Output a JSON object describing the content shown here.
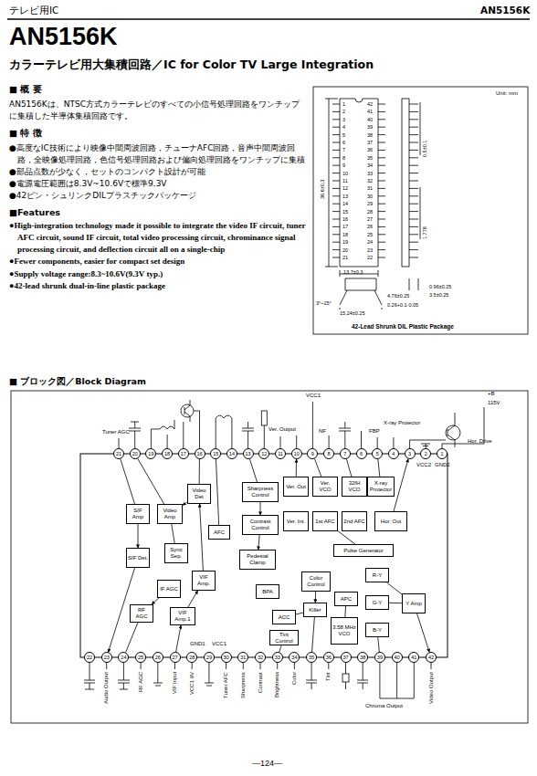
{
  "diagram": {
    "title": "AN5156K",
    "nodes": [
      {
        "text": [
          "1"
        ]
      },
      {
        "text": [
          "2"
        ]
      },
      {
        "text": [
          "3"
        ]
      },
      {
        "text": [
          "4"
        ]
      },
      {
        "text": [
          "5"
        ]
      },
      {
        "text": [
          "6"
        ]
      },
      {
        "text": [
          "7"
        ]
      },
      {
        "text": [
          "8"
        ]
      },
      {
        "text": [
          "9"
        ]
      },
      {
        "text": [
          "10"
        ]
      },
      {
        "text": [
          "11"
        ]
      },
      {
        "text": [
          "12"
        ]
      },
      {
        "text": [
          "13"
        ]
      },
      {
        "text": [
          "14"
        ]
      },
      {
        "text": [
          "15"
        ]
      },
      {
        "text": [
          "16"
        ]
      },
      {
        "text": [
          "17"
        ]
      },
      {
        "text": [
          "18"
        ]
      },
      {
        "text": [
          "19"
        ]
      },
      {
        "text": [
          "20"
        ]
      },
      {
        "text": [
          "21"
        ]
      },
      {
        "text": [
          "22"
        ]
      },
      {
        "text": [
          "23"
        ]
      },
      {
        "text": [
          "24"
        ]
      },
      {
        "text": [
          "25"
        ]
      },
      {
        "text": [
          "26"
        ]
      },
      {
        "text": [
          "27"
        ]
      },
      {
        "text": [
          "28"
        ]
      },
      {
        "text": [
          "29"
        ]
      },
      {
        "text": [
          "30"
        ]
      },
      {
        "text": [
          "31"
        ]
      },
      {
        "text": [
          "32"
        ]
      },
      {
        "text": [
          "33"
        ]
      },
      {
        "text": [
          "34"
        ]
      },
      {
        "text": [
          "35"
        ]
      },
      {
        "text": [
          "36"
        ]
      },
      {
        "text": [
          "37"
        ]
      },
      {
        "text": [
          "38"
        ]
      },
      {
        "text": [
          "39"
        ]
      },
      {
        "text": [
          "40"
        ]
      },
      {
        "text": [
          "41"
        ]
      },
      {
        "text": [
          "42"
        ]
      },
      {
        "text": [
          "SIF Amp"
        ]
      },
      {
        "text": [
          "SIF Det."
        ]
      },
      {
        "text": [
          "Video Amp"
        ]
      },
      {
        "text": [
          "Video Det"
        ]
      },
      {
        "text": [
          "AFC"
        ]
      },
      {
        "text": [
          "Sync Sep."
        ]
      },
      {
        "text": [
          "IF AGC"
        ]
      },
      {
        "text": [
          "RF AGC"
        ]
      },
      {
        "text": [
          "VIF Amp."
        ]
      },
      {
        "text": [
          "VIF Amp.1"
        ]
      },
      {
        "text": [
          "Sharpness Control"
        ]
      },
      {
        "text": [
          "Contrast Control"
        ]
      },
      {
        "text": [
          "Pedestal Clamp"
        ]
      },
      {
        "text": [
          "BPA"
        ]
      },
      {
        "text": [
          "Color Control"
        ]
      },
      {
        "text": [
          "Killer"
        ]
      },
      {
        "text": [
          "ACC"
        ]
      },
      {
        "text": [
          "APC"
        ]
      },
      {
        "text": [
          "Tint Control"
        ]
      },
      {
        "text": [
          "3.58 MHz VCO"
        ]
      },
      {
        "text": [
          "R-Y"
        ]
      },
      {
        "text": [
          "G-Y"
        ]
      },
      {
        "text": [
          "B-Y"
        ]
      },
      {
        "text": [
          "Y Amp"
        ]
      },
      {
        "text": [
          "Ver. Out"
        ]
      },
      {
        "text": [
          "Ver. VCO"
        ]
      },
      {
        "text": [
          "32fH VCO"
        ]
      },
      {
        "text": [
          "X-ray Protector"
        ]
      },
      {
        "text": [
          "Ver. Int."
        ]
      },
      {
        "text": [
          "1st AFC"
        ]
      },
      {
        "text": [
          "2nd AFC"
        ]
      },
      {
        "text": [
          "Hor. Out"
        ]
      },
      {
        "text": [
          "Pulse Generator"
        ]
      }
    ],
    "edges": [
      {
        "from": 20,
        "to": 42,
        "arrow": "none"
      },
      {
        "from": 42,
        "to": 43,
        "arrow": "to"
      },
      {
        "from": 43,
        "to": 22,
        "arrow": "to"
      },
      {
        "from": 19,
        "to": 44,
        "arrow": "none"
      },
      {
        "from": 45,
        "to": 44,
        "arrow": "to"
      },
      {
        "from": 15,
        "to": 45,
        "arrow": "none"
      },
      {
        "from": 14,
        "to": 46,
        "arrow": "none"
      },
      {
        "from": 47,
        "to": 44,
        "arrow": "none"
      },
      {
        "from": 48,
        "to": 49,
        "arrow": "to"
      },
      {
        "from": 49,
        "to": 23,
        "arrow": "none"
      },
      {
        "from": 50,
        "to": 45,
        "arrow": "to"
      },
      {
        "from": 51,
        "to": 50,
        "arrow": "to"
      },
      {
        "from": 26,
        "to": 51,
        "arrow": "to"
      },
      {
        "from": 52,
        "to": 53,
        "arrow": "to"
      },
      {
        "from": 53,
        "to": 54,
        "arrow": "to"
      },
      {
        "from": 12,
        "to": 52,
        "arrow": "none"
      },
      {
        "from": 66,
        "to": 9,
        "arrow": "to"
      },
      {
        "from": 67,
        "to": 8,
        "arrow": "none"
      },
      {
        "from": 68,
        "to": 6,
        "arrow": "none"
      },
      {
        "from": 69,
        "to": 4,
        "arrow": "none"
      },
      {
        "from": 73,
        "to": 2,
        "arrow": "to"
      },
      {
        "from": 71,
        "to": 74,
        "arrow": "none"
      },
      {
        "from": 59,
        "to": 61,
        "arrow": "none"
      },
      {
        "from": 58,
        "to": 57,
        "arrow": "none"
      },
      {
        "from": 56,
        "to": 57,
        "arrow": "to"
      },
      {
        "from": 57,
        "to": 34,
        "arrow": "none"
      },
      {
        "from": 60,
        "to": 32,
        "arrow": "none"
      },
      {
        "from": 62,
        "to": 65,
        "arrow": "none"
      },
      {
        "from": 63,
        "to": 65,
        "arrow": "none"
      },
      {
        "from": 64,
        "to": 38,
        "arrow": "none"
      },
      {
        "from": 65,
        "to": 41,
        "arrow": "to"
      }
    ],
    "labels": [
      "テレビ用IC",
      "AN5156K",
      "カラーテレビ用大集積回路／IC for Color TV Large Integration",
      "■ 概 要",
      "AN5156Kは、NTSC方式カラーテレビのすべての小信号処理回路をワンチップに集積した半導体集積回路です。",
      "■ 特 徴",
      "●高度なIC技術により映像中間周波回路，チューナAFC回路，音声中間周波回路，全映像処理回路，色信号処理回路および偏向処理回路をワンチップに集積",
      "●部品点数が少なく，セットのコンパクト設計が可能",
      "●電源電圧範囲は8.3V~10.6Vで標準9.3V",
      "●42ピン・シュリンクDILプラスチックパッケージ",
      "■Features",
      "●High-integration technology made it possible to integrate the video IF circuit, tuner AFC circuit, sound IF circuit, total video processing circuit, chrominance signal processing circuit, and deflection circuit all on a single-chip",
      "●Fewer components, easier for compact set design",
      "●Supply voltage range:8.3~10.6V(9.3V typ.)",
      "●42-lead shrunk dual-in-line plastic package",
      "Unit: mm",
      "36.6±0.3",
      "0.5±0.1",
      "1.778",
      "13.7±0.3",
      "0.96±0.25",
      "3.5±0.25",
      "4.76±0.25",
      "0.26+0.1-0.05",
      "3°~15°",
      "15.24±0.25",
      "1",
      "2",
      "3",
      "4",
      "5",
      "6",
      "7",
      "8",
      "9",
      "10",
      "11",
      "12",
      "13",
      "14",
      "15",
      "16",
      "17",
      "18",
      "19",
      "20",
      "21",
      "22",
      "23",
      "24",
      "25",
      "26",
      "27",
      "28",
      "29",
      "30",
      "31",
      "32",
      "33",
      "34",
      "35",
      "36",
      "37",
      "38",
      "39",
      "40",
      "41",
      "42",
      "42-Lead Shrunk DIL Plastic Package",
      "■ ブロック図／Block Diagram",
      "Tuner AGC",
      "Ver. Output",
      "NF",
      "VCC1",
      "FBP",
      "X-ray Protector",
      "Hor. Drive",
      "+B",
      "115V",
      "VCC2",
      "GND2",
      "GND1",
      "VCC1",
      "Audio Output",
      "RF AGC",
      "VIF Input",
      "VCC1 9V",
      "Tuner AFC",
      "Sharpness",
      "Contrast",
      "Brightness",
      "Color",
      "Tint",
      "Chroma Output",
      "Video Output",
      "—124—"
    ]
  }
}
